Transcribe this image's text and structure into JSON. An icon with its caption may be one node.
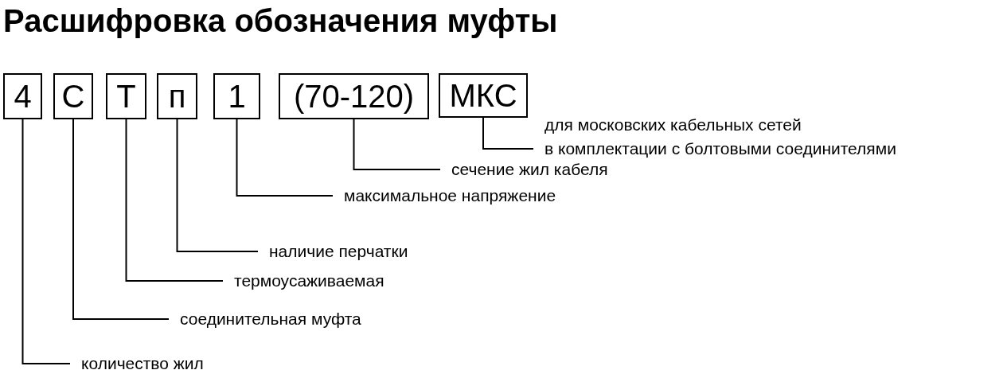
{
  "diagram": {
    "title": "Расшифровка обозначения муфты",
    "nodes": [
      {
        "text": [
          "4"
        ]
      },
      {
        "text": [
          "С"
        ]
      },
      {
        "text": [
          "Т"
        ]
      },
      {
        "text": [
          "п"
        ]
      },
      {
        "text": [
          "1"
        ]
      },
      {
        "text": [
          "(70-120)"
        ]
      },
      {
        "text": [
          "МКС"
        ]
      },
      {
        "text": [
          "количество жил"
        ]
      },
      {
        "text": [
          "соединительная муфта"
        ]
      },
      {
        "text": [
          "термоусаживаемая"
        ]
      },
      {
        "text": [
          "наличие перчатки"
        ]
      },
      {
        "text": [
          "максимальное напряжение"
        ]
      },
      {
        "text": [
          "сечение жил кабеля"
        ]
      },
      {
        "text": [
          "для московских кабельных сетей",
          "в комплектации с болтовыми соединителями"
        ]
      }
    ],
    "edges": [
      {
        "from": 7,
        "to": 0,
        "arrow": "none"
      },
      {
        "from": 8,
        "to": 1,
        "arrow": "none"
      },
      {
        "from": 9,
        "to": 2,
        "arrow": "none"
      },
      {
        "from": 10,
        "to": 3,
        "arrow": "none"
      },
      {
        "from": 11,
        "to": 4,
        "arrow": "none"
      },
      {
        "from": 12,
        "to": 5,
        "arrow": "none"
      },
      {
        "from": 13,
        "to": 6,
        "arrow": "none"
      }
    ]
  }
}
